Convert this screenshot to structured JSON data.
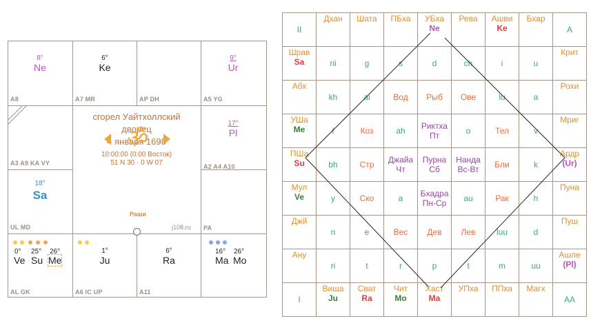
{
  "chart": {
    "houses": [
      {
        "footer": "A8",
        "planets": [
          {
            "deg": "8°",
            "name": "Ne",
            "color": "#b658b8"
          }
        ]
      },
      {
        "footer": "A7 MR",
        "planets": [
          {
            "deg": "6°",
            "name": "Ke",
            "color": "#222222"
          }
        ]
      },
      {
        "footer": "AP DH",
        "planets": []
      },
      {
        "footer": "A5 YG",
        "planets": [
          {
            "deg": "9°",
            "name": "Ur",
            "color": "#b658b8"
          }
        ]
      },
      {
        "footer": "",
        "planets": [
          {
            "deg": "17°",
            "name": "Pl",
            "color": "#b658b8"
          }
        ]
      },
      {
        "footer": "A2 A4 A10",
        "planets": []
      },
      {
        "footer": "PA",
        "planets": []
      },
      {
        "footer": "A11",
        "planets": [
          {
            "deg": "6°",
            "name": "Ra",
            "color": "#222222"
          }
        ]
      },
      {
        "footer": "A6 IC UP",
        "planets": [
          {
            "deg": "1°",
            "name": "Ju",
            "color": "#222222"
          }
        ]
      },
      {
        "footer": "AL GK",
        "planets": [
          {
            "deg": "0°",
            "name": "Ve"
          },
          {
            "deg": "25°",
            "name": "Su"
          },
          {
            "deg": "26°",
            "name": "Me"
          }
        ]
      },
      {
        "footer": "UL MD",
        "planets": [
          {
            "deg": "18°",
            "name": "Sa",
            "color": "#3a8fc8"
          }
        ]
      },
      {
        "footer": "A3 A9 KA VY",
        "planets": []
      }
    ],
    "center": {
      "title_line1": "сгорел Уайтхоллский",
      "title_line2": "дворец",
      "date": "4 января 1698",
      "time": "10:00:00 (0:00 Восток)",
      "coords": "51 N 30 · 0 W 07",
      "om": "ॐ",
      "rashi_label": "Раши",
      "site": "j108.ru"
    },
    "mama_degs": {
      "a": "16°",
      "b": "26°",
      "p1": "Ma",
      "p2": "Mo"
    },
    "dot_colors": {
      "yellow": "#f5cc4a",
      "orange": "#f3a25a",
      "blue": "#8aa6de"
    }
  },
  "grid": {
    "rows": [
      [
        {
          "t": "II",
          "c": "#3aa87c"
        },
        {
          "t": "Дхан",
          "c": "#e0902c"
        },
        {
          "t": "Шата",
          "c": "#e0902c"
        },
        {
          "t": "ПБха",
          "c": "#e0902c"
        },
        {
          "t": "УБха",
          "c": "#e0902c",
          "p": "Ne",
          "pc": "#b658b8"
        },
        {
          "t": "Рева",
          "c": "#e0902c"
        },
        {
          "t": "Ашви",
          "c": "#e0902c",
          "p": "Ke",
          "pc": "#e03c3c"
        },
        {
          "t": "Бхар",
          "c": "#e0902c"
        },
        {
          "t": "A",
          "c": "#3aa87c"
        }
      ],
      [
        {
          "t": "Шрав",
          "c": "#e0902c",
          "p": "Sa",
          "pc": "#e03c3c"
        },
        {
          "t": "rii",
          "c": "#3aa87c"
        },
        {
          "t": "g",
          "c": "#3aa87c"
        },
        {
          "t": "s",
          "c": "#3aa87c"
        },
        {
          "t": "d",
          "c": "#3aa87c"
        },
        {
          "t": "ch",
          "c": "#3aa87c"
        },
        {
          "t": "i",
          "c": "#3aa87c"
        },
        {
          "t": "u",
          "c": "#3aa87c"
        },
        {
          "t": "Крит",
          "c": "#e0902c"
        }
      ],
      [
        {
          "t": "Абх",
          "c": "#e0902c"
        },
        {
          "t": "kh",
          "c": "#3aa87c"
        },
        {
          "t": "ai",
          "c": "#3aa87c"
        },
        {
          "t": "Вод",
          "c": "#ef6a38"
        },
        {
          "t": "Рыб",
          "c": "#ef6a38"
        },
        {
          "t": "Ове",
          "c": "#ef6a38"
        },
        {
          "t": "lu",
          "c": "#3aa87c"
        },
        {
          "t": "a",
          "c": "#3aa87c"
        },
        {
          "t": "Рохи",
          "c": "#e0902c"
        }
      ],
      [
        {
          "t": "УШа",
          "c": "#e0902c",
          "p": "Me",
          "pc": "#3a7f3a"
        },
        {
          "t": "l",
          "c": "#3aa87c"
        },
        {
          "t": "Коз",
          "c": "#ef6a38"
        },
        {
          "t": "ah",
          "c": "#3aa87c"
        },
        {
          "t": "Риктха Пт",
          "c": "#9a46a8"
        },
        {
          "t": "o",
          "c": "#3aa87c"
        },
        {
          "t": "Тел",
          "c": "#ef6a38"
        },
        {
          "t": "v",
          "c": "#3aa87c"
        },
        {
          "t": "Мриг",
          "c": "#e0902c"
        }
      ],
      [
        {
          "t": "ПШа",
          "c": "#e0902c",
          "p": "Su",
          "pc": "#e03c3c"
        },
        {
          "t": "bh",
          "c": "#3aa87c"
        },
        {
          "t": "Стр",
          "c": "#ef6a38"
        },
        {
          "t": "Джайа Чт",
          "c": "#9a46a8"
        },
        {
          "t": "Пурна Сб",
          "c": "#9a46a8"
        },
        {
          "t": "Нанда Вс-Вт",
          "c": "#9a46a8"
        },
        {
          "t": "Бли",
          "c": "#ef6a38"
        },
        {
          "t": "k",
          "c": "#3aa87c"
        },
        {
          "t": "Ардр",
          "c": "#e0902c",
          "p": "(Ur)",
          "pc": "#b658b8"
        }
      ],
      [
        {
          "t": "Мул",
          "c": "#e0902c",
          "p": "Ve",
          "pc": "#3a7f3a"
        },
        {
          "t": "y",
          "c": "#3aa87c"
        },
        {
          "t": "Ско",
          "c": "#ef6a38"
        },
        {
          "t": "a",
          "c": "#3aa87c"
        },
        {
          "t": "Бхадра Пн-Ср",
          "c": "#9a46a8"
        },
        {
          "t": "au",
          "c": "#3aa87c"
        },
        {
          "t": "Рак",
          "c": "#ef6a38"
        },
        {
          "t": "h",
          "c": "#3aa87c"
        },
        {
          "t": "Пуна",
          "c": "#e0902c"
        }
      ],
      [
        {
          "t": "Джй",
          "c": "#e0902c"
        },
        {
          "t": "n",
          "c": "#3aa87c"
        },
        {
          "t": "e",
          "c": "#3aa87c"
        },
        {
          "t": "Вес",
          "c": "#ef6a38"
        },
        {
          "t": "Дев",
          "c": "#ef6a38"
        },
        {
          "t": "Лев",
          "c": "#ef6a38"
        },
        {
          "t": "luu",
          "c": "#3aa87c"
        },
        {
          "t": "d",
          "c": "#3aa87c"
        },
        {
          "t": "Пуш",
          "c": "#e0902c"
        }
      ],
      [
        {
          "t": "Ану",
          "c": "#e0902c"
        },
        {
          "t": "ri",
          "c": "#3aa87c"
        },
        {
          "t": "t",
          "c": "#3aa87c"
        },
        {
          "t": "r",
          "c": "#3aa87c"
        },
        {
          "t": "p",
          "c": "#3aa87c"
        },
        {
          "t": "t",
          "c": "#3aa87c"
        },
        {
          "t": "m",
          "c": "#3aa87c"
        },
        {
          "t": "uu",
          "c": "#3aa87c"
        },
        {
          "t": "Ашле",
          "c": "#e0902c",
          "p": "(Pl)",
          "pc": "#b658b8"
        }
      ],
      [
        {
          "t": "I",
          "c": "#3aa87c"
        },
        {
          "t": "Виша",
          "c": "#e0902c",
          "p": "Ju",
          "pc": "#3a7f3a"
        },
        {
          "t": "Сват",
          "c": "#e0902c",
          "p": "Ra",
          "pc": "#e03c3c"
        },
        {
          "t": "Чит",
          "c": "#e0902c",
          "p": "Mo",
          "pc": "#3a7f3a"
        },
        {
          "t": "Хаст",
          "c": "#e0902c",
          "p": "Ma",
          "pc": "#e03c3c"
        },
        {
          "t": "УПха",
          "c": "#e0902c"
        },
        {
          "t": "ППха",
          "c": "#e0902c"
        },
        {
          "t": "Магх",
          "c": "#e0902c"
        },
        {
          "t": "AA",
          "c": "#3aa87c"
        }
      ]
    ]
  }
}
